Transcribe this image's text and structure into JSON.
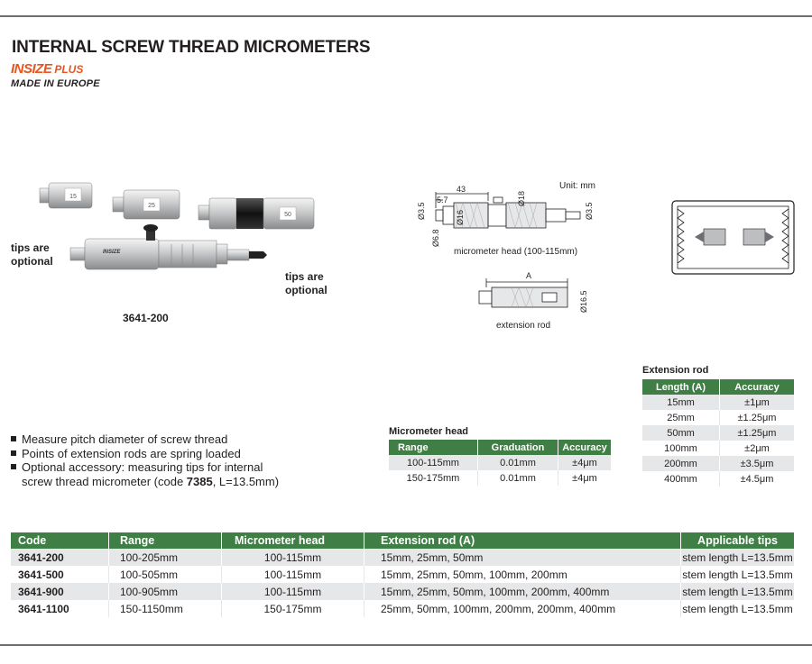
{
  "title": "INTERNAL SCREW THREAD MICROMETERS",
  "brand": {
    "logo": "INSIZE",
    "plus": "PLUS",
    "made": "MADE IN EUROPE"
  },
  "product": {
    "tips_left": [
      "tips are",
      "optional"
    ],
    "tips_right": [
      "tips are",
      "optional"
    ],
    "model": "3641-200",
    "rod_labels": [
      "15",
      "25",
      "50"
    ]
  },
  "drawing": {
    "unit": "Unit: mm",
    "head_caption": "micrometer head (100-115mm)",
    "rod_caption": "extension rod",
    "dims": {
      "d43": "43",
      "d57": "5.7",
      "d35a": "Ø3.5",
      "d18": "Ø18",
      "d35b": "Ø3.5",
      "d16": "Ø16",
      "d68": "Ø6.8",
      "a": "A",
      "d165": "Ø16.5"
    }
  },
  "features": [
    "Measure pitch diameter of screw thread",
    "Points of extension rods are spring loaded",
    "Optional accessory: measuring tips for internal"
  ],
  "feature_cont": {
    "pre": "screw thread micrometer (code ",
    "code": "7385",
    "post": ", L=13.5mm)"
  },
  "head_table": {
    "caption": "Micrometer head",
    "headers": [
      "Range",
      "Graduation",
      "Accuracy"
    ],
    "rows": [
      [
        "100-115mm",
        "0.01mm",
        "±4μm"
      ],
      [
        "150-175mm",
        "0.01mm",
        "±4μm"
      ]
    ]
  },
  "rod_table": {
    "caption": "Extension rod",
    "headers": [
      "Length (A)",
      "Accuracy"
    ],
    "rows": [
      [
        "15mm",
        "±1μm"
      ],
      [
        "25mm",
        "±1.25μm"
      ],
      [
        "50mm",
        "±1.25μm"
      ],
      [
        "100mm",
        "±2μm"
      ],
      [
        "200mm",
        "±3.5μm"
      ],
      [
        "400mm",
        "±4.5μm"
      ]
    ]
  },
  "main_table": {
    "headers": [
      "Code",
      "Range",
      "Micrometer head",
      "Extension rod (A)",
      "Applicable tips"
    ],
    "rows": [
      [
        "3641-200",
        "100-205mm",
        "100-115mm",
        "15mm, 25mm, 50mm",
        "stem length L=13.5mm"
      ],
      [
        "3641-500",
        "100-505mm",
        "100-115mm",
        "15mm, 25mm, 50mm, 100mm, 200mm",
        "stem length L=13.5mm"
      ],
      [
        "3641-900",
        "100-905mm",
        "100-115mm",
        "15mm, 25mm, 50mm, 100mm, 200mm, 400mm",
        "stem length L=13.5mm"
      ],
      [
        "3641-1100",
        "150-1150mm",
        "150-175mm",
        "25mm, 50mm, 100mm, 200mm, 200mm, 400mm",
        "stem length L=13.5mm"
      ]
    ]
  },
  "colors": {
    "header_green": "#3f7e44",
    "row_gray": "#e6e7e8",
    "brand_orange": "#e8541e",
    "rule": "#6d6e71"
  }
}
